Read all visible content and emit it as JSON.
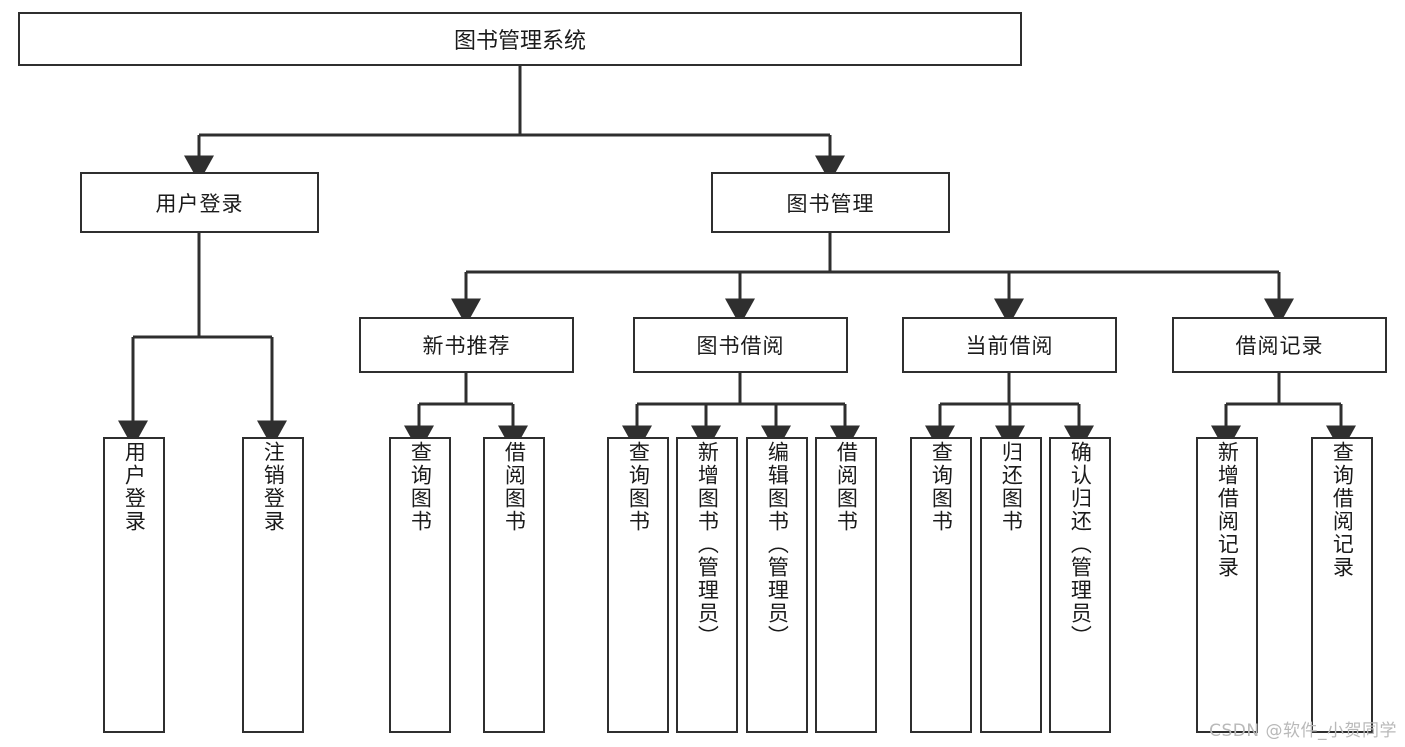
{
  "diagram": {
    "type": "tree",
    "title": "图书管理系统",
    "watermark": "CSDN @软件_小贺同学",
    "colors": {
      "stroke": "#2f2f2f",
      "fill": "#ffffff",
      "text": "#1b1b1b",
      "watermark": "#b9b9b9"
    },
    "levels": {
      "root": "图书管理系统",
      "level2": [
        "用户登录",
        "图书管理"
      ],
      "level3": [
        "新书推荐",
        "图书借阅",
        "当前借阅",
        "借阅记录"
      ]
    },
    "nodes": {
      "root": {
        "label": "图书管理系统"
      },
      "user_login": {
        "label": "用户登录"
      },
      "book_manage": {
        "label": "图书管理"
      },
      "new_book_rec": {
        "label": "新书推荐"
      },
      "book_borrow": {
        "label": "图书借阅"
      },
      "current_borrow": {
        "label": "当前借阅"
      },
      "borrow_record": {
        "label": "借阅记录"
      }
    },
    "leaves": {
      "user_login": [
        {
          "label": "用户登录"
        },
        {
          "label": "注销登录"
        }
      ],
      "new_book_rec": [
        {
          "label": "查询图书"
        },
        {
          "label": "借阅图书"
        }
      ],
      "book_borrow": [
        {
          "label": "查询图书"
        },
        {
          "label": "新增图书（管理员）"
        },
        {
          "label": "编辑图书（管理员）"
        },
        {
          "label": "借阅图书"
        }
      ],
      "current_borrow": [
        {
          "label": "查询图书"
        },
        {
          "label": "归还图书"
        },
        {
          "label": "确认归还（管理员）"
        }
      ],
      "borrow_record": [
        {
          "label": "新增借阅记录"
        },
        {
          "label": "查询借阅记录"
        }
      ]
    }
  }
}
